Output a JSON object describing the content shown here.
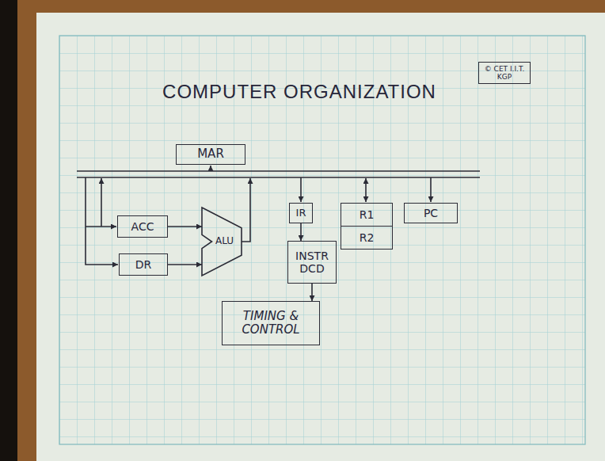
{
  "diagram": {
    "title": "COMPUTER ORGANIZATION",
    "nodes": [
      {
        "text": [
          "© CET I.I.T. KGP"
        ]
      },
      {
        "text": [
          "MAR"
        ]
      },
      {
        "text": [
          "ACC"
        ]
      },
      {
        "text": [
          "DR"
        ]
      },
      {
        "text": [
          "ALU"
        ]
      },
      {
        "text": [
          "IR"
        ]
      },
      {
        "text": [
          "INSTR DCD"
        ]
      },
      {
        "text": [
          "R1"
        ]
      },
      {
        "text": [
          "R2"
        ]
      },
      {
        "text": [
          "PC"
        ]
      },
      {
        "text": [
          "TIMING & CONTROL"
        ]
      }
    ],
    "edges": [
      {
        "from": 2,
        "to": 4,
        "arrow": "to"
      },
      {
        "from": 3,
        "to": 4,
        "arrow": "to"
      },
      {
        "from": 5,
        "to": 6,
        "arrow": "to"
      },
      {
        "from": 6,
        "to": 10,
        "arrow": "to"
      }
    ]
  }
}
